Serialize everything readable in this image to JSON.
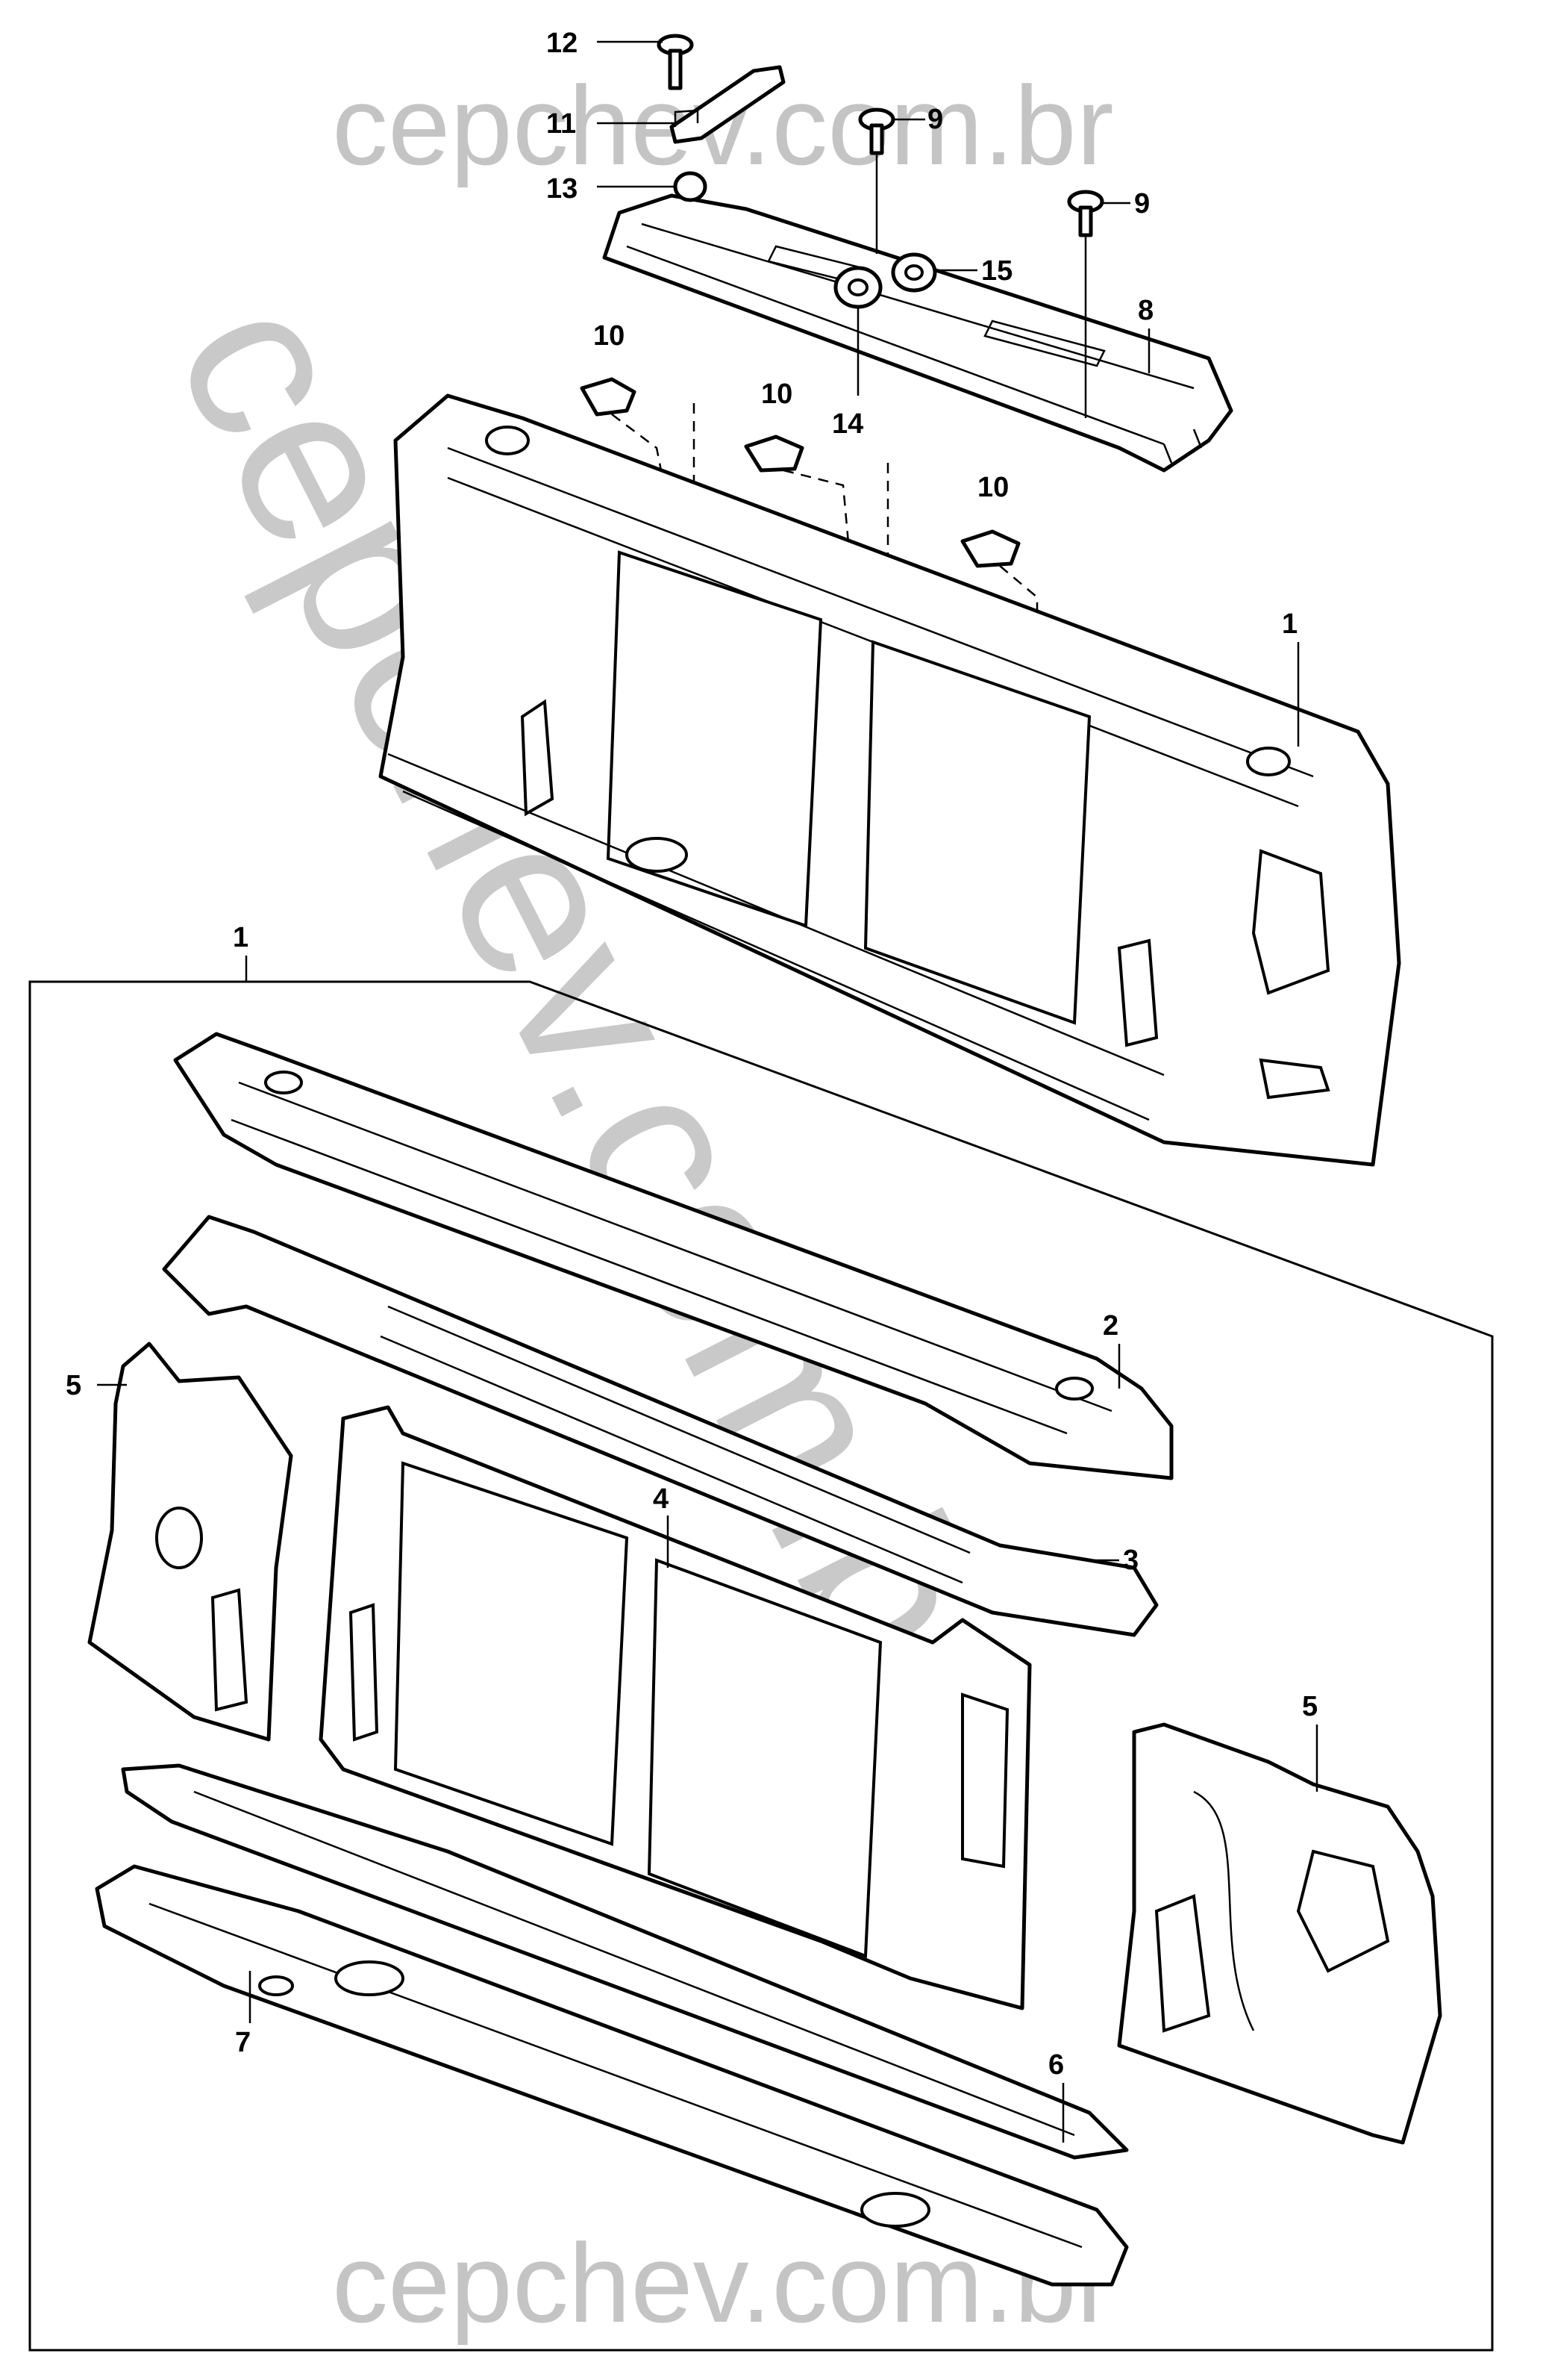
{
  "watermark": {
    "text": "cepchev.com.br"
  },
  "callouts": {
    "c12": "12",
    "c11": "11",
    "c9a": "9",
    "c13": "13",
    "c9b": "9",
    "c15": "15",
    "c8": "8",
    "c10a": "10",
    "c10b": "10",
    "c14": "14",
    "c10c": "10",
    "c1a": "1",
    "c1b": "1",
    "c2": "2",
    "c3": "3",
    "c4": "4",
    "c5a": "5",
    "c5b": "5",
    "c6": "6",
    "c7": "7"
  },
  "colors": {
    "line": "#000000",
    "watermark": "#c4c4c4",
    "background": "#ffffff"
  }
}
